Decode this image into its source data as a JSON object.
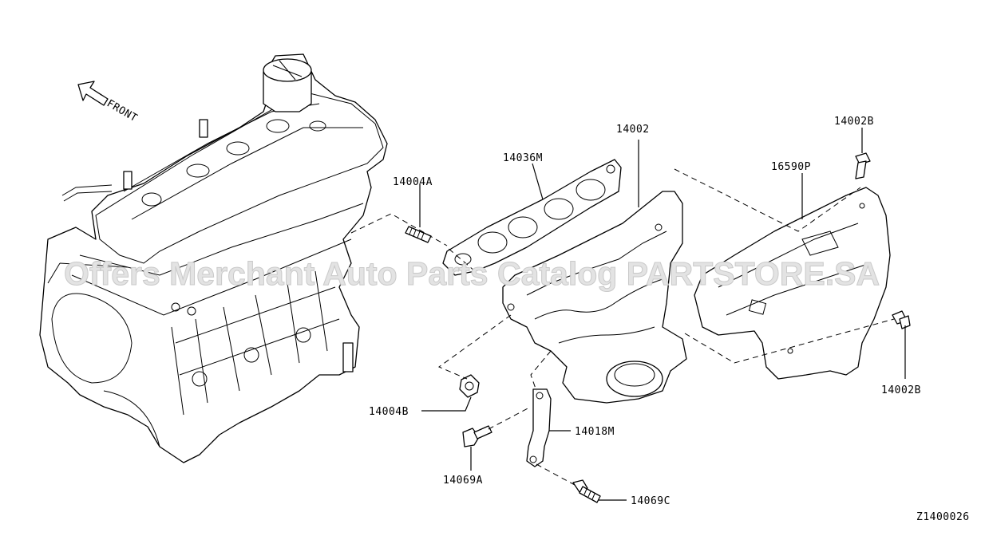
{
  "diagram_id": "Z1400026",
  "front_label": "FRONT",
  "watermark": "Offers Merchant Auto Parts Catalog PARTSTORE.SA",
  "callouts": [
    {
      "id": "14004A",
      "text": "14004A"
    },
    {
      "id": "14036M",
      "text": "14036M"
    },
    {
      "id": "14002",
      "text": "14002"
    },
    {
      "id": "14002B_top",
      "text": "14002B"
    },
    {
      "id": "16590P",
      "text": "16590P"
    },
    {
      "id": "14002B_right",
      "text": "14002B"
    },
    {
      "id": "14004B",
      "text": "14004B"
    },
    {
      "id": "14018M",
      "text": "14018M"
    },
    {
      "id": "14069A",
      "text": "14069A"
    },
    {
      "id": "14069C",
      "text": "14069C"
    }
  ]
}
